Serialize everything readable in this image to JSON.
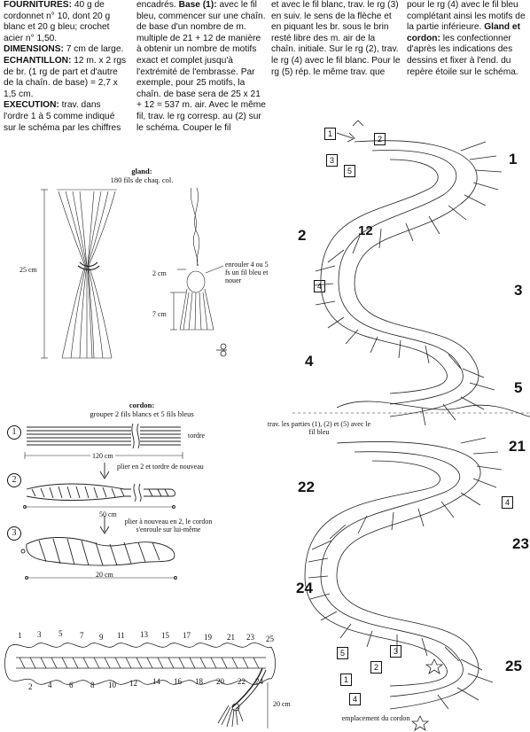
{
  "instructions": {
    "fournitures_label": "FOURNITURES:",
    "fournitures_text": "40 g de cordonnet n° 10, dont 20 g blanc et 20 g bleu; crochet acier n° 1,50.",
    "dimensions_label": "DIMENSIONS:",
    "dimensions_text": "7 cm de large.",
    "echantillon_label": "ECHANTILLON:",
    "echantillon_text": "12 m. x 2 rgs de br. (1 rg de part et d'autre de la chaîn. de base) = 2,7 x 1,5 cm.",
    "execution_label": "EXECUTION:",
    "execution_text": "trav. dans l'ordre 1 à 5 comme indiqué sur le schéma par les chiffres",
    "col2_pre": "encadrés.",
    "base_label": "Base (1):",
    "col2_text": "avec le fil bleu, commencer sur une chaîn. de base d'un nombre de m. multiple de 21 + 12 de manière à obtenir un nombre de motifs exact et complet jusqu'à l'extrémité de l'embrasse. Par exemple, pour 25 motifs, la chaîn. de base sera de 25 x 21 + 12 = 537 m. air. Avec le même fil, trav. le rg corresp. au (2) sur le schéma. Couper le fil",
    "col3_text": "et avec le fil blanc, trav. le rg (3) en suiv. le sens de la flèche et en piquant les br. sous le brin resté libre des m. air de la chaîn. initiale. Sur le rg (2), trav. le rg (4) avec le fil blanc. Pour le rg (5) rép. le même trav. que",
    "col4_text": "pour le rg (4) avec le fil bleu complétant ainsi les motifs de la partie inférieure.",
    "gland_label": "Gland et cordon:",
    "col4_text2": "les confectionner d'après les indications des dessins et fixer à l'end. du repère étoile sur le schéma."
  },
  "gland": {
    "title": "gland:",
    "subtitle": "180 fils de chaq. col.",
    "len_25": "25 cm",
    "len_2": "2 cm",
    "len_7": "7 cm",
    "note": "enrouler 4 ou 5 fs un fil bleu et nouer"
  },
  "cordon": {
    "title": "cordon:",
    "subtitle": "grouper 2 fils blancs et 5 fils bleus",
    "step1": "1",
    "step2": "2",
    "step3": "3",
    "tordre": "tordre",
    "len_120": "120 cm",
    "plier1": "plier en 2 et tordre de nouveau",
    "len_50": "50 cm",
    "plier2": "plier à nouveau en 2, le cordon s'enroule sur lui-même",
    "len_20": "20 cm"
  },
  "edging": {
    "top_numbers": [
      "1",
      "3",
      "5",
      "7",
      "9",
      "11",
      "13",
      "15",
      "17",
      "19",
      "21",
      "23",
      "25"
    ],
    "bottom_numbers": [
      "2",
      "4",
      "6",
      "8",
      "10",
      "12",
      "14",
      "16",
      "18",
      "20",
      "22",
      "24"
    ],
    "len": "20 cm"
  },
  "chart": {
    "row_1": "1",
    "row_2": "2",
    "row_3": "3",
    "row_4": "4",
    "row_5": "5",
    "row_12": "12",
    "row_21": "21",
    "row_22": "22",
    "row_23": "23",
    "row_24": "24",
    "row_25": "25",
    "box_1": "1",
    "box_2": "2",
    "box_3": "3",
    "box_4": "4",
    "box_5": "5",
    "note": "trav. les parties (1), (2) et (5) avec le fil bleu",
    "emplacement": "emplacement du cordon"
  }
}
